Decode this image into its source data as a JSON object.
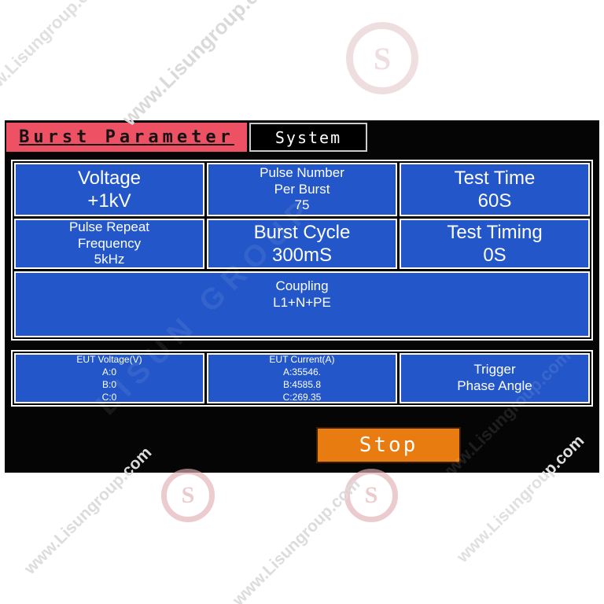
{
  "tabs": {
    "burst": "Burst Parameter",
    "system": "System"
  },
  "grid": {
    "voltage": {
      "title": "Voltage",
      "value": "+1kV"
    },
    "pulse_number": {
      "l1": "Pulse Number",
      "l2": "Per Burst",
      "value": "75"
    },
    "test_time": {
      "title": "Test Time",
      "value": "60S"
    },
    "pulse_repeat": {
      "l1": "Pulse Repeat",
      "l2": "Frequency",
      "value": "5kHz"
    },
    "burst_cycle": {
      "title": "Burst Cycle",
      "value": "300mS"
    },
    "test_timing": {
      "title": "Test Timing",
      "value": "0S"
    },
    "coupling": {
      "title": "Coupling",
      "value": "L1+N+PE"
    },
    "eut_voltage": {
      "title": "EUT Voltage(V)",
      "a": "A:0",
      "b": "B:0",
      "c": "C:0"
    },
    "eut_current": {
      "title": "EUT Current(A)",
      "a": "A:35546.",
      "b": "B:4585.8",
      "c": "C:269.35"
    },
    "trigger": {
      "l1": "Trigger",
      "l2": "Phase Angle"
    }
  },
  "stop_button": "Stop",
  "watermark": {
    "url": "www.Lisungroup.com",
    "brand": "LISUN GROUP",
    "logo_text": "S"
  },
  "colors": {
    "cell_blue": "#2356c8",
    "tab_red": "#ef5164",
    "stop_orange": "#e87c10"
  }
}
